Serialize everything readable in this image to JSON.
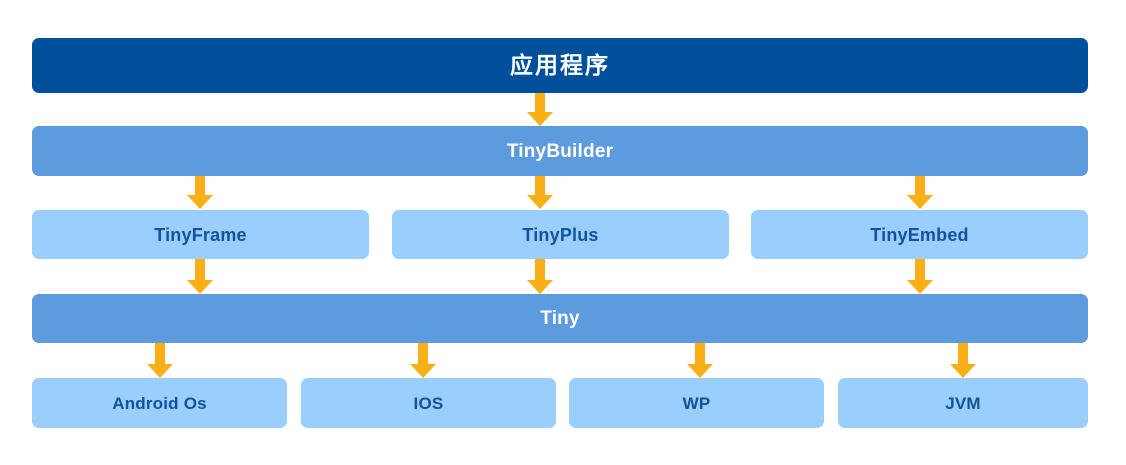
{
  "diagram": {
    "title": "TinyFramework architecture stack",
    "type": "layered-block-diagram",
    "background_color": "#FFFFFF",
    "palette": {
      "application_blue": "#00509B",
      "framework_blue": "#5B9BDE",
      "module_blue": "#9ACEFB",
      "module_text_blue": "#12529E",
      "arrow_orange": "#FBAF17",
      "white_text": "#FFFFFF"
    },
    "layers": [
      {
        "id": "application",
        "style": "application_blue",
        "nodes": [
          {
            "id": "app",
            "label": "应用程序"
          }
        ]
      },
      {
        "id": "builder",
        "style": "framework_blue",
        "nodes": [
          {
            "id": "tinybuilder",
            "label": "TinyBuilder"
          }
        ]
      },
      {
        "id": "modules",
        "style": "module_blue",
        "nodes": [
          {
            "id": "tinyframe",
            "label": "TinyFrame"
          },
          {
            "id": "tinyplus",
            "label": "TinyPlus"
          },
          {
            "id": "tinyembed",
            "label": "TinyEmbed"
          }
        ]
      },
      {
        "id": "core",
        "style": "framework_blue",
        "nodes": [
          {
            "id": "tiny",
            "label": "Tiny"
          }
        ]
      },
      {
        "id": "platforms",
        "style": "module_blue",
        "nodes": [
          {
            "id": "android",
            "label": "Android Os"
          },
          {
            "id": "ios",
            "label": "IOS"
          },
          {
            "id": "wp",
            "label": "WP"
          },
          {
            "id": "jvm",
            "label": "JVM"
          }
        ]
      }
    ],
    "connectors": [
      {
        "id": "app-to-builder",
        "from": "app",
        "to": "tinybuilder",
        "direction": "down"
      },
      {
        "id": "builder-to-tinyframe",
        "from": "tinybuilder",
        "to": "tinyframe",
        "direction": "down"
      },
      {
        "id": "builder-to-tinyplus",
        "from": "tinybuilder",
        "to": "tinyplus",
        "direction": "down"
      },
      {
        "id": "builder-to-tinyembed",
        "from": "tinybuilder",
        "to": "tinyembed",
        "direction": "down"
      },
      {
        "id": "tinyframe-to-tiny",
        "from": "tinyframe",
        "to": "tiny",
        "direction": "down"
      },
      {
        "id": "tinyplus-to-tiny",
        "from": "tinyplus",
        "to": "tiny",
        "direction": "down"
      },
      {
        "id": "tinyembed-to-tiny",
        "from": "tinyembed",
        "to": "tiny",
        "direction": "down"
      },
      {
        "id": "tiny-to-android",
        "from": "tiny",
        "to": "android",
        "direction": "down"
      },
      {
        "id": "tiny-to-ios",
        "from": "tiny",
        "to": "ios",
        "direction": "down"
      },
      {
        "id": "tiny-to-wp",
        "from": "tiny",
        "to": "wp",
        "direction": "down"
      },
      {
        "id": "tiny-to-jvm",
        "from": "tiny",
        "to": "jvm",
        "direction": "down"
      }
    ]
  }
}
